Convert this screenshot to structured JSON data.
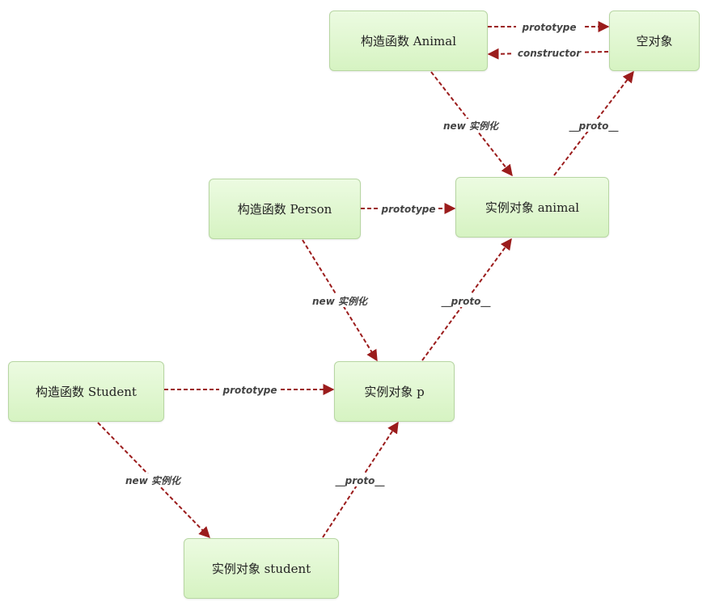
{
  "nodes": {
    "ctor_animal": "构造函数 Animal",
    "empty_object": "空对象",
    "ctor_person": "构造函数 Person",
    "instance_animal": "实例对象  animal",
    "ctor_student": "构造函数 Student",
    "instance_p": "实例对象  p",
    "instance_student": "实例对象 student"
  },
  "edge_labels": {
    "animal_prototype": "prototype",
    "constructor": "constructor",
    "new_animal": "new 实例化",
    "proto_animal_to_empty": "__proto__",
    "person_prototype": "prototype",
    "new_person": "new 实例化",
    "proto_p_to_animal": "__proto__",
    "student_prototype": "prototype",
    "new_student": "new 实例化",
    "proto_student_to_p": "__proto__"
  },
  "colors": {
    "edge": "#9b1c1c",
    "node_border": "#b7d6a2",
    "node_fill": "#ddf5cb"
  }
}
